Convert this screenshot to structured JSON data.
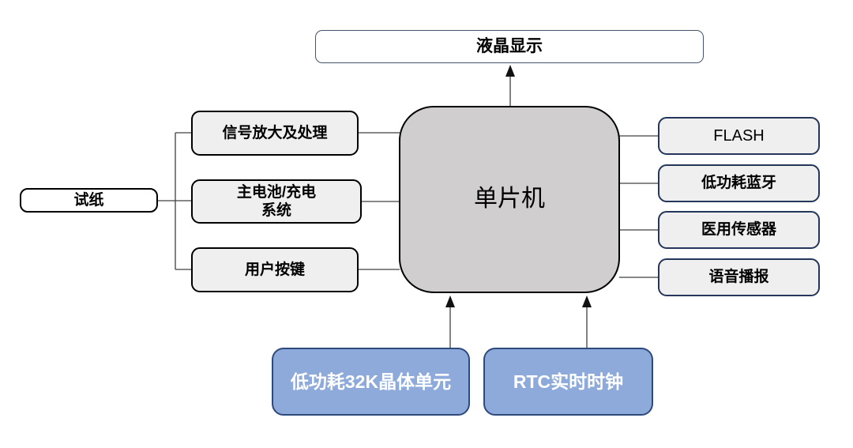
{
  "diagram": {
    "nodes": {
      "lcd": {
        "label": "液晶显示"
      },
      "mcu": {
        "label": "单片机"
      },
      "test_strip": {
        "label": "试纸"
      },
      "left": [
        {
          "label": "信号放大及处理"
        },
        {
          "label": "主电池/充电\n系统"
        },
        {
          "label": "用户按键"
        }
      ],
      "right": [
        {
          "label": "FLASH"
        },
        {
          "label": "低功耗蓝牙"
        },
        {
          "label": "医用传感器"
        },
        {
          "label": "语音播报"
        }
      ],
      "clock": [
        {
          "label": "低功耗32K晶体单元"
        },
        {
          "label": "RTC实时时钟"
        }
      ]
    },
    "colors": {
      "mcu_fill": "#D0CECE",
      "peripheral_fill": "#EFEFEF",
      "right_border": "#24365A",
      "lcd_border": "#44546A",
      "clock_fill": "#8EAADB",
      "clock_border": "#2E4A7D",
      "line": "#404040"
    }
  }
}
